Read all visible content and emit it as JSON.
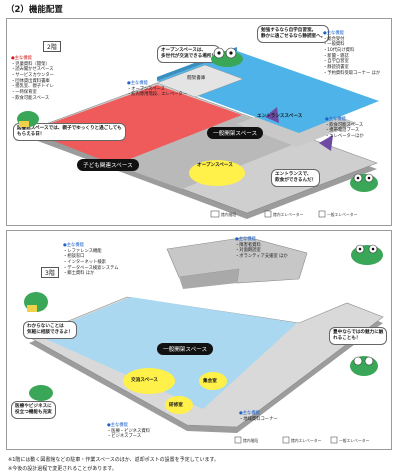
{
  "heading": "（2）機能配置",
  "floor2": {
    "tag": "2階",
    "bubble_left": "図書館スペースでは、親子でゆっくりと過ごしても\nもらえる日！",
    "bubble_open": "オープンスペースは、\n多世代が交流できる場所！",
    "bubble_study": "勉強するなら自学自習室。\n静かに過ごせるなら静読室へ。",
    "bubble_entrance": "エントランスで、\n飲食ができるんだ！",
    "label_stack": "閲架書庫",
    "label_general": "一般開架スペース",
    "label_kids": "子ども関連スペース",
    "label_open": "オープンスペース",
    "label_entrance": "エントランススペース",
    "label_elev": "・オープンスペース\n・館内専用階段、エレベーター",
    "list_left_title": "●主な機能",
    "list_left": [
      "・児童資料（開架）",
      "・読み聞かせスペース",
      "・サービスカウンター",
      "・団体貸出資料書庫",
      "・授乳室、親子トイレ",
      "・一時保育室",
      "・飲食可能スペース"
    ],
    "list_elev_title": "●主な機能",
    "list_right_title": "●主な機能",
    "list_right": [
      "・総合受付",
      "・一般資料",
      "・10代向け資料",
      "・新聞・雑誌",
      "・自学自習室",
      "・静読読書室",
      "・予約資料受取コーナー ほか"
    ],
    "list_ent_title": "●主な機能",
    "list_ent": [
      "・飲食可能スペース",
      "・携帯電話ブース",
      "・エレベーターほか"
    ],
    "legend": [
      "館内階段",
      "館内エレベーター",
      "一般エレベーター"
    ]
  },
  "floor3": {
    "tag": "3階",
    "list_left_title": "●主な機能",
    "list_left": [
      "・レファレンス機能",
      "・相談窓口",
      "・インターネット検索",
      "・データベース検索システム",
      "・郷土資料 ほか"
    ],
    "list_right_title": "●主な機能",
    "list_right": [
      "・障害者資料",
      "・対面朗読室",
      "・ボランティア支援室 ほか"
    ],
    "bubble_left": "わからないことは\n気軽に相談できるよ！",
    "bubble_right": "豊中ならではの魅力に触\nれることも！",
    "bubble_bottom": "医療やビジネスに\n役立つ機能も充実",
    "label_general": "一般開架スペース",
    "label_exchange": "交流スペース",
    "label_meeting": "集会室",
    "label_training": "研修室",
    "list_bottom_title": "●主な機能",
    "list_bottom": [
      "・医療・ビジネス資料",
      "・ビジネスブース"
    ],
    "list_br_title": "●主な機能",
    "list_br": [
      "・地域資料コーナー"
    ],
    "legend": [
      "館内階段",
      "館内エレベーター",
      "一般エレベーター"
    ]
  },
  "notes": [
    "※1階には動く図書館などの駐車・作業スペースのほか、返却ポストの設置を予定しています。",
    "※今後の設計過程で変更されることがあります。"
  ],
  "colors": {
    "blue": "#4db3e8",
    "red": "#ef5a5a",
    "gray": "#bcbcbc",
    "light_blue": "#a9d8f0",
    "yellow": "#fff04a"
  }
}
